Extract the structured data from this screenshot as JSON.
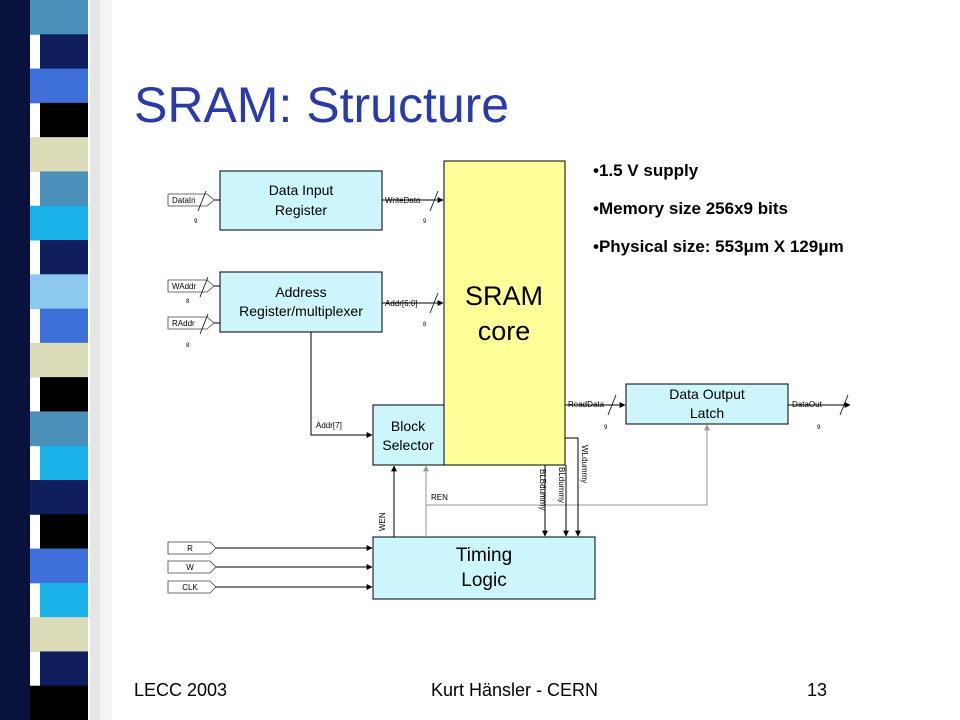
{
  "slide": {
    "title": "SRAM: Structure",
    "bullets": [
      "1.5 V supply",
      "Memory size 256x9 bits",
      "Physical size: 553μm X 129μm"
    ],
    "footer": {
      "left": "LECC 2003",
      "center": "Kurt Hänsler - CERN",
      "right": "13"
    }
  },
  "stripe_colors": [
    "#4a90b8",
    "#0f1e5c",
    "#3f6fd8",
    "#000000",
    "#dcdcb8",
    "#4a90b8",
    "#1ab0e8",
    "#0f1e5c",
    "#8cc8f0",
    "#3f6fd8",
    "#dcdcb8",
    "#000000",
    "#4a90b8",
    "#1ab0e8",
    "#0f1e5c",
    "#000000",
    "#3f6fd8",
    "#1ab0e8",
    "#dcdcb8",
    "#0f1e5c",
    "#000000"
  ],
  "diagram": {
    "blocks": {
      "data_input_register": [
        "Data Input",
        "Register"
      ],
      "address_register": [
        "Address",
        "Register/multiplexer"
      ],
      "sram_core": [
        "SRAM",
        "core"
      ],
      "block_selector": [
        "Block",
        "Selector"
      ],
      "data_output_latch": [
        "Data Output",
        "Latch"
      ],
      "timing_logic": [
        "Timing",
        "Logic"
      ]
    },
    "inputs": {
      "data_in": "DataIn",
      "data_in_width": "9",
      "waddr": "WAddr",
      "raddr": "RAddr",
      "addr_width_w": "8",
      "addr_width_r": "8",
      "r": "R",
      "w": "W",
      "clk": "CLK"
    },
    "signals": {
      "write_data": "WriteData",
      "write_data_width": "9",
      "addr_6_0": "Addr[6:0]",
      "addr_6_0_width": "8",
      "addr_7": "Addr[7]",
      "read_data": "ReadData",
      "read_data_width": "9",
      "data_out": "DataOut",
      "data_out_width": "9",
      "wen": "WEN",
      "ren": "REN",
      "bl_bdummy": "BLBdummy",
      "bl_dummy": "BLdummy",
      "wl_dummy": "WLdummy"
    }
  }
}
